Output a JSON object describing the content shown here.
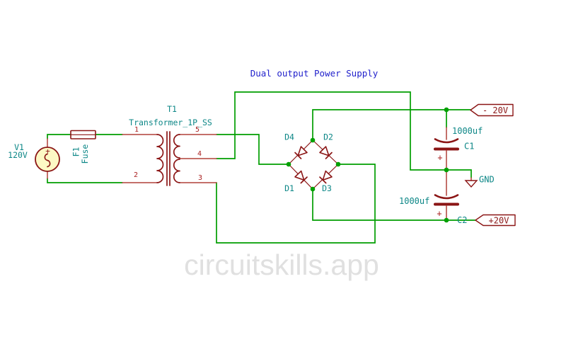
{
  "title": "Dual output Power Supply",
  "watermark": "circuitskills.app",
  "colors": {
    "wire": "#009e00",
    "junction": "#00a000",
    "symbol": "#8b1515",
    "pin": "#b04038",
    "pin_number": "#aa2222",
    "annotation": "#0d8787",
    "title_text": "#2222cc",
    "label_outline": "#8b1515",
    "source_fill": "#fdf8c5",
    "watermark_text": "#e0e0e0",
    "background": "#ffffff"
  },
  "components": {
    "source": {
      "ref": "V1",
      "value": "120V",
      "plus": "+"
    },
    "fuse": {
      "ref": "F1",
      "value": "Fuse"
    },
    "transformer": {
      "ref": "T1",
      "value": "Transformer_1P_SS",
      "pins": {
        "p1": "1",
        "p2": "2",
        "p3": "3",
        "p4": "4",
        "p5": "5"
      }
    },
    "diodes": {
      "d1": "D1",
      "d2": "D2",
      "d3": "D3",
      "d4": "D4"
    },
    "cap1": {
      "ref": "C1",
      "value": "1000uf",
      "plus": "+"
    },
    "cap2": {
      "ref": "C2",
      "value": "1000uf",
      "plus": "+"
    },
    "ground": {
      "label": "GND"
    }
  },
  "net_labels": {
    "negative": "- 20V",
    "positive": "+20V"
  }
}
